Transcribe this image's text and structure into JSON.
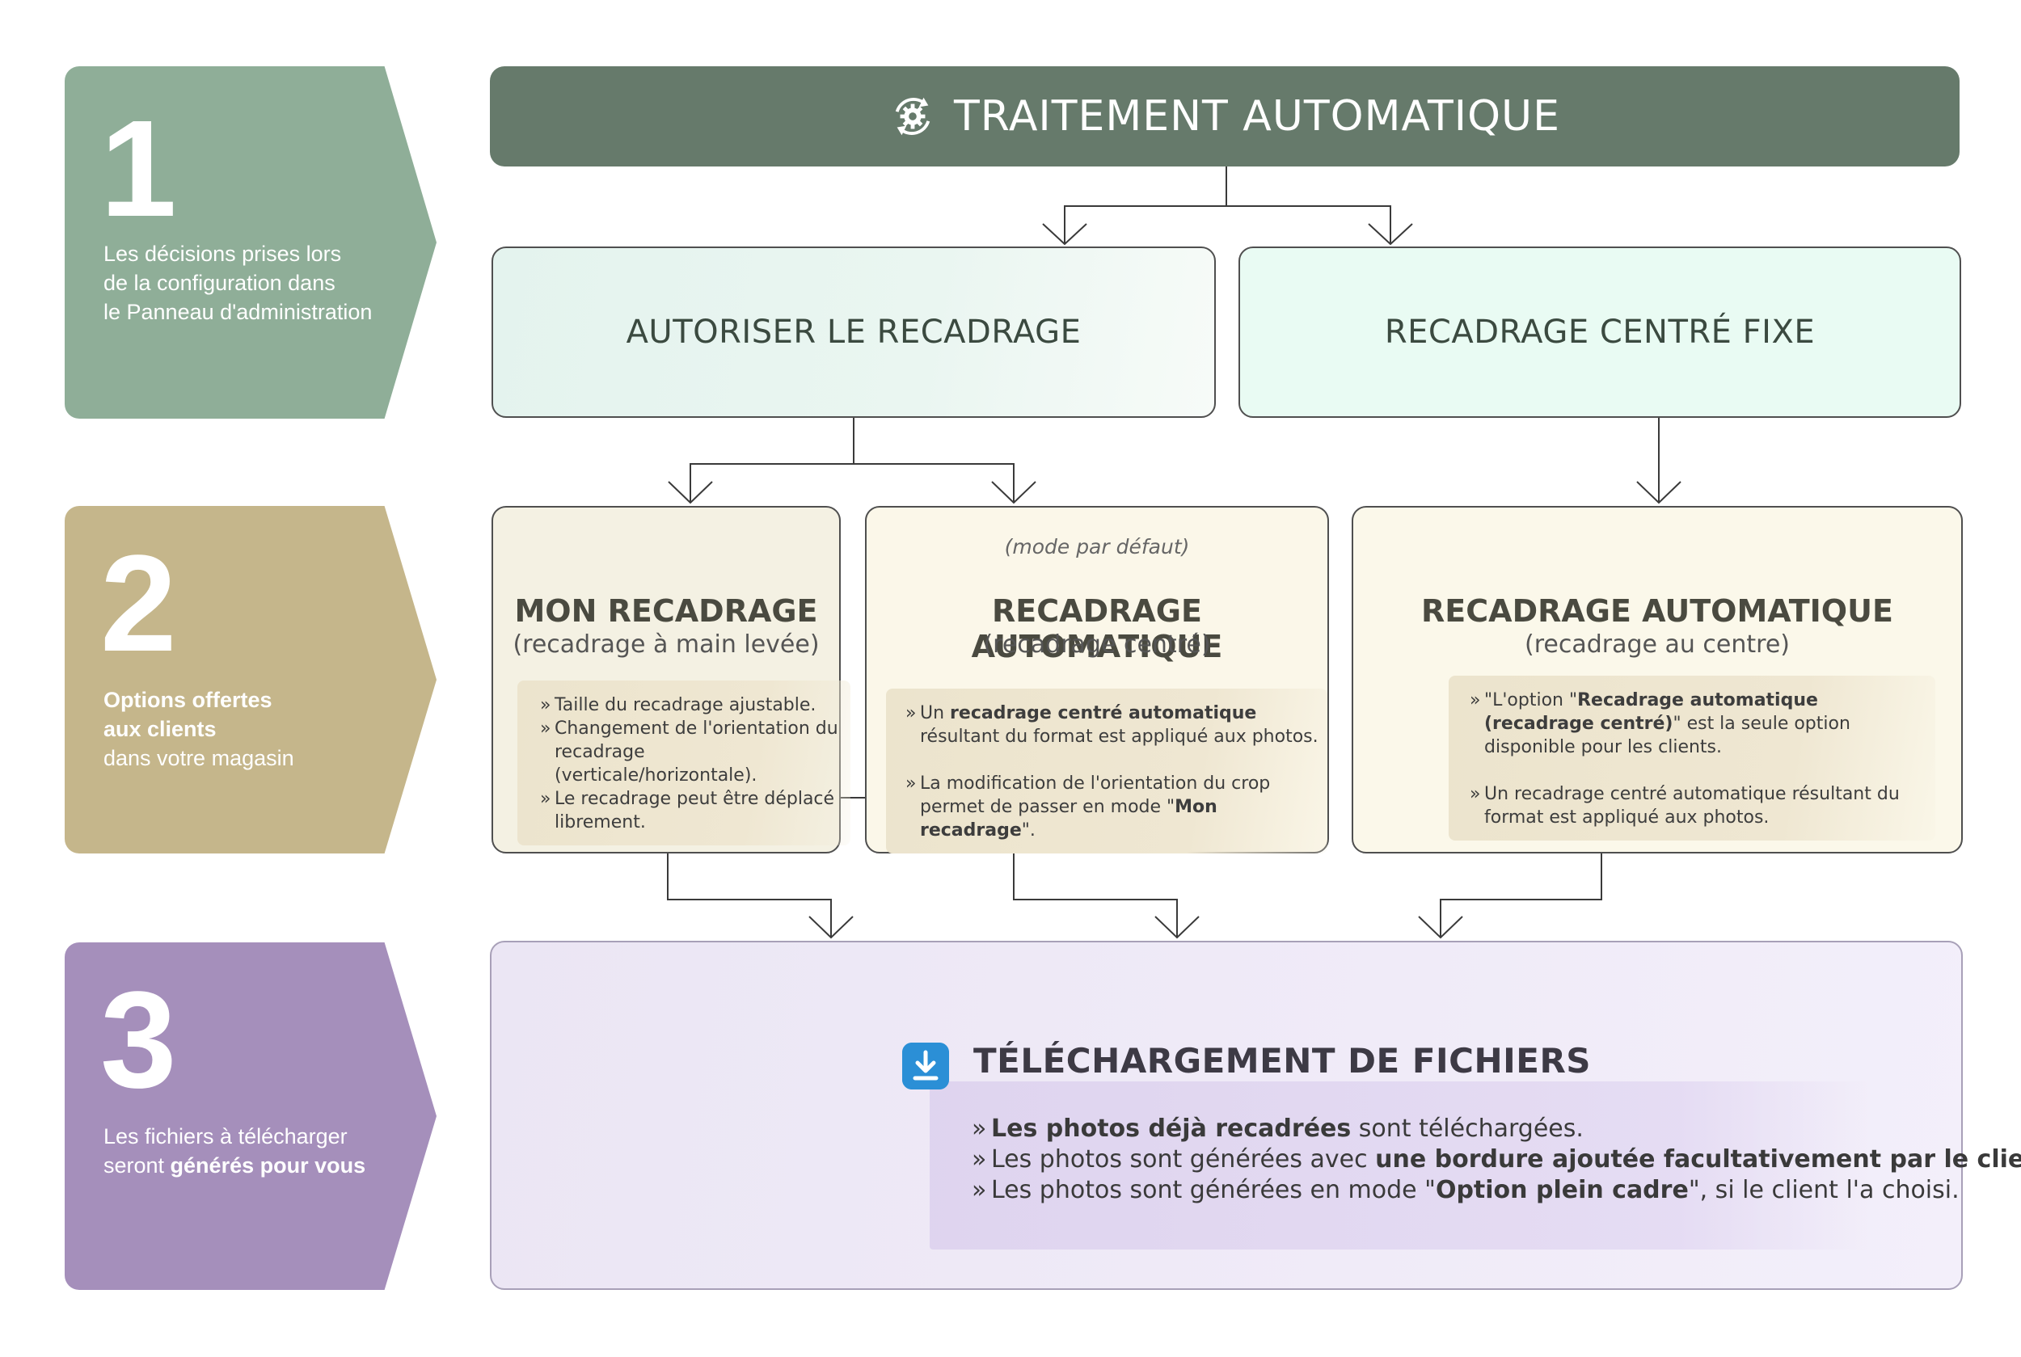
{
  "steps": [
    {
      "number": "1",
      "lines": [
        "Les décisions prises lors",
        "de la configuration dans",
        "le Panneau d'administration"
      ],
      "color": "#8fae98"
    },
    {
      "number": "2",
      "lines_bold": [
        "Options offertes",
        "aux clients"
      ],
      "lines": [
        "dans votre magasin"
      ],
      "color": "#c5b68b"
    },
    {
      "number": "3",
      "line1": "Les fichiers à télécharger",
      "line2_pre": "seront ",
      "line2_bold": "générés pour vous",
      "color": "#a58fbb"
    }
  ],
  "header": {
    "title": "TRAITEMENT AUTOMATIQUE",
    "icon": "gear-cycle-icon"
  },
  "decisions": [
    {
      "label": "AUTORISER LE RECADRAGE"
    },
    {
      "label": "RECADRAGE CENTRÉ FIXE"
    }
  ],
  "options": {
    "manual": {
      "title": "MON RECADRAGE",
      "subtitle": "(recadrage à main levée)",
      "items": [
        "Taille du recadrage ajustable.",
        "Changement de l'orientation du recadrage (verticale/horizontale).",
        "Le recadrage peut être déplacé librement."
      ]
    },
    "auto_default": {
      "note": "(mode par défaut)",
      "title": "RECADRAGE AUTOMATIQUE",
      "subtitle": "(recadrage centré)",
      "item1": {
        "pre": "Un ",
        "bold": "recadrage centré automatique",
        "post": " résultant du format est appliqué aux photos."
      },
      "item2": {
        "pre": "La modification de l'orientation du crop permet de passer en mode \"",
        "bold": "Mon recadrage",
        "post": "\"."
      }
    },
    "auto_fixed": {
      "title": "RECADRAGE AUTOMATIQUE",
      "subtitle": "(recadrage au centre)",
      "item1": {
        "pre": "\"L'option \"",
        "bold": "Recadrage automatique (recadrage centré)",
        "post": "\" est la seule option disponible pour les clients."
      },
      "item2": {
        "text": "Un recadrage centré automatique résultant du format est appliqué aux photos."
      }
    }
  },
  "download": {
    "title": "TÉLÉCHARGEMENT DE FICHIERS",
    "icon": "download-icon",
    "item1": {
      "bold": "Les photos déjà recadrées",
      "post": " sont téléchargées."
    },
    "item2": {
      "pre": "Les photos sont générées avec ",
      "bold": "une bordure ajoutée facultativement par le client."
    },
    "item3": {
      "pre": "Les photos sont générées en mode \"",
      "bold": "Option plein cadre",
      "post": "\", si le client l'a choisi."
    }
  }
}
